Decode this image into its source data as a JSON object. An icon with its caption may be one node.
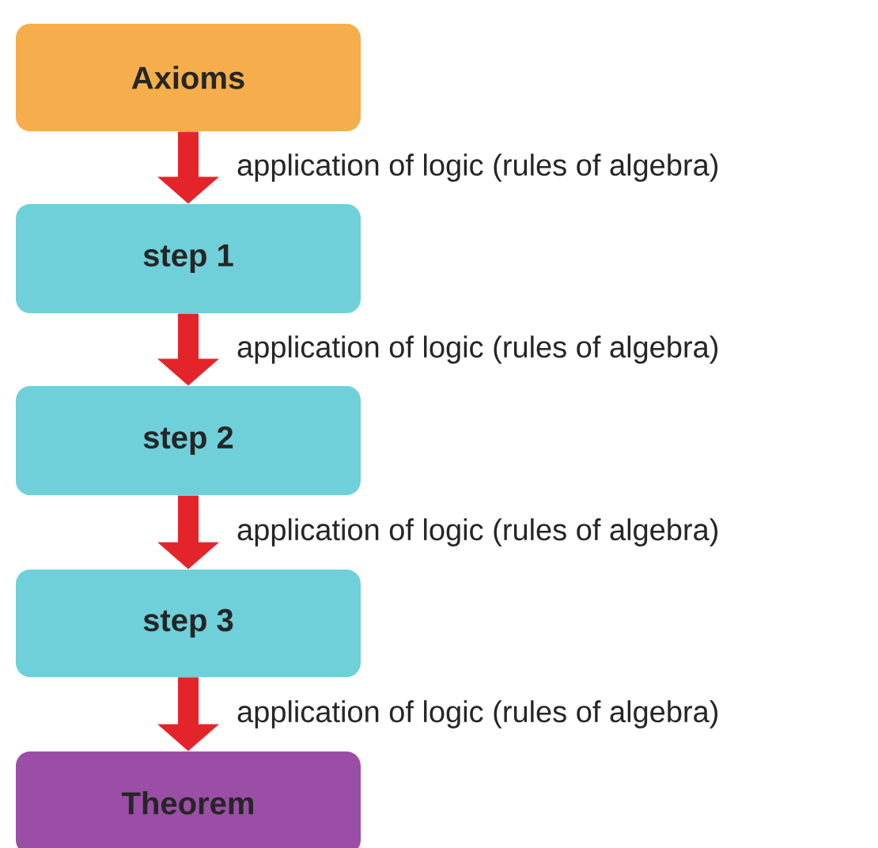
{
  "diagram": {
    "nodes": [
      {
        "text": [
          "Axioms"
        ]
      },
      {
        "text": [
          "step 1"
        ]
      },
      {
        "text": [
          "step 2"
        ]
      },
      {
        "text": [
          "step 3"
        ]
      },
      {
        "text": [
          "Theorem"
        ]
      }
    ],
    "edges": [
      {
        "from": 0,
        "to": 1,
        "arrow": "to",
        "label": "application of logic (rules of algebra)"
      },
      {
        "from": 1,
        "to": 2,
        "arrow": "to",
        "label": "application of logic (rules of algebra)"
      },
      {
        "from": 2,
        "to": 3,
        "arrow": "to",
        "label": "application of logic (rules of algebra)"
      },
      {
        "from": 3,
        "to": 4,
        "arrow": "to",
        "label": "application of logic (rules of algebra)"
      }
    ]
  }
}
